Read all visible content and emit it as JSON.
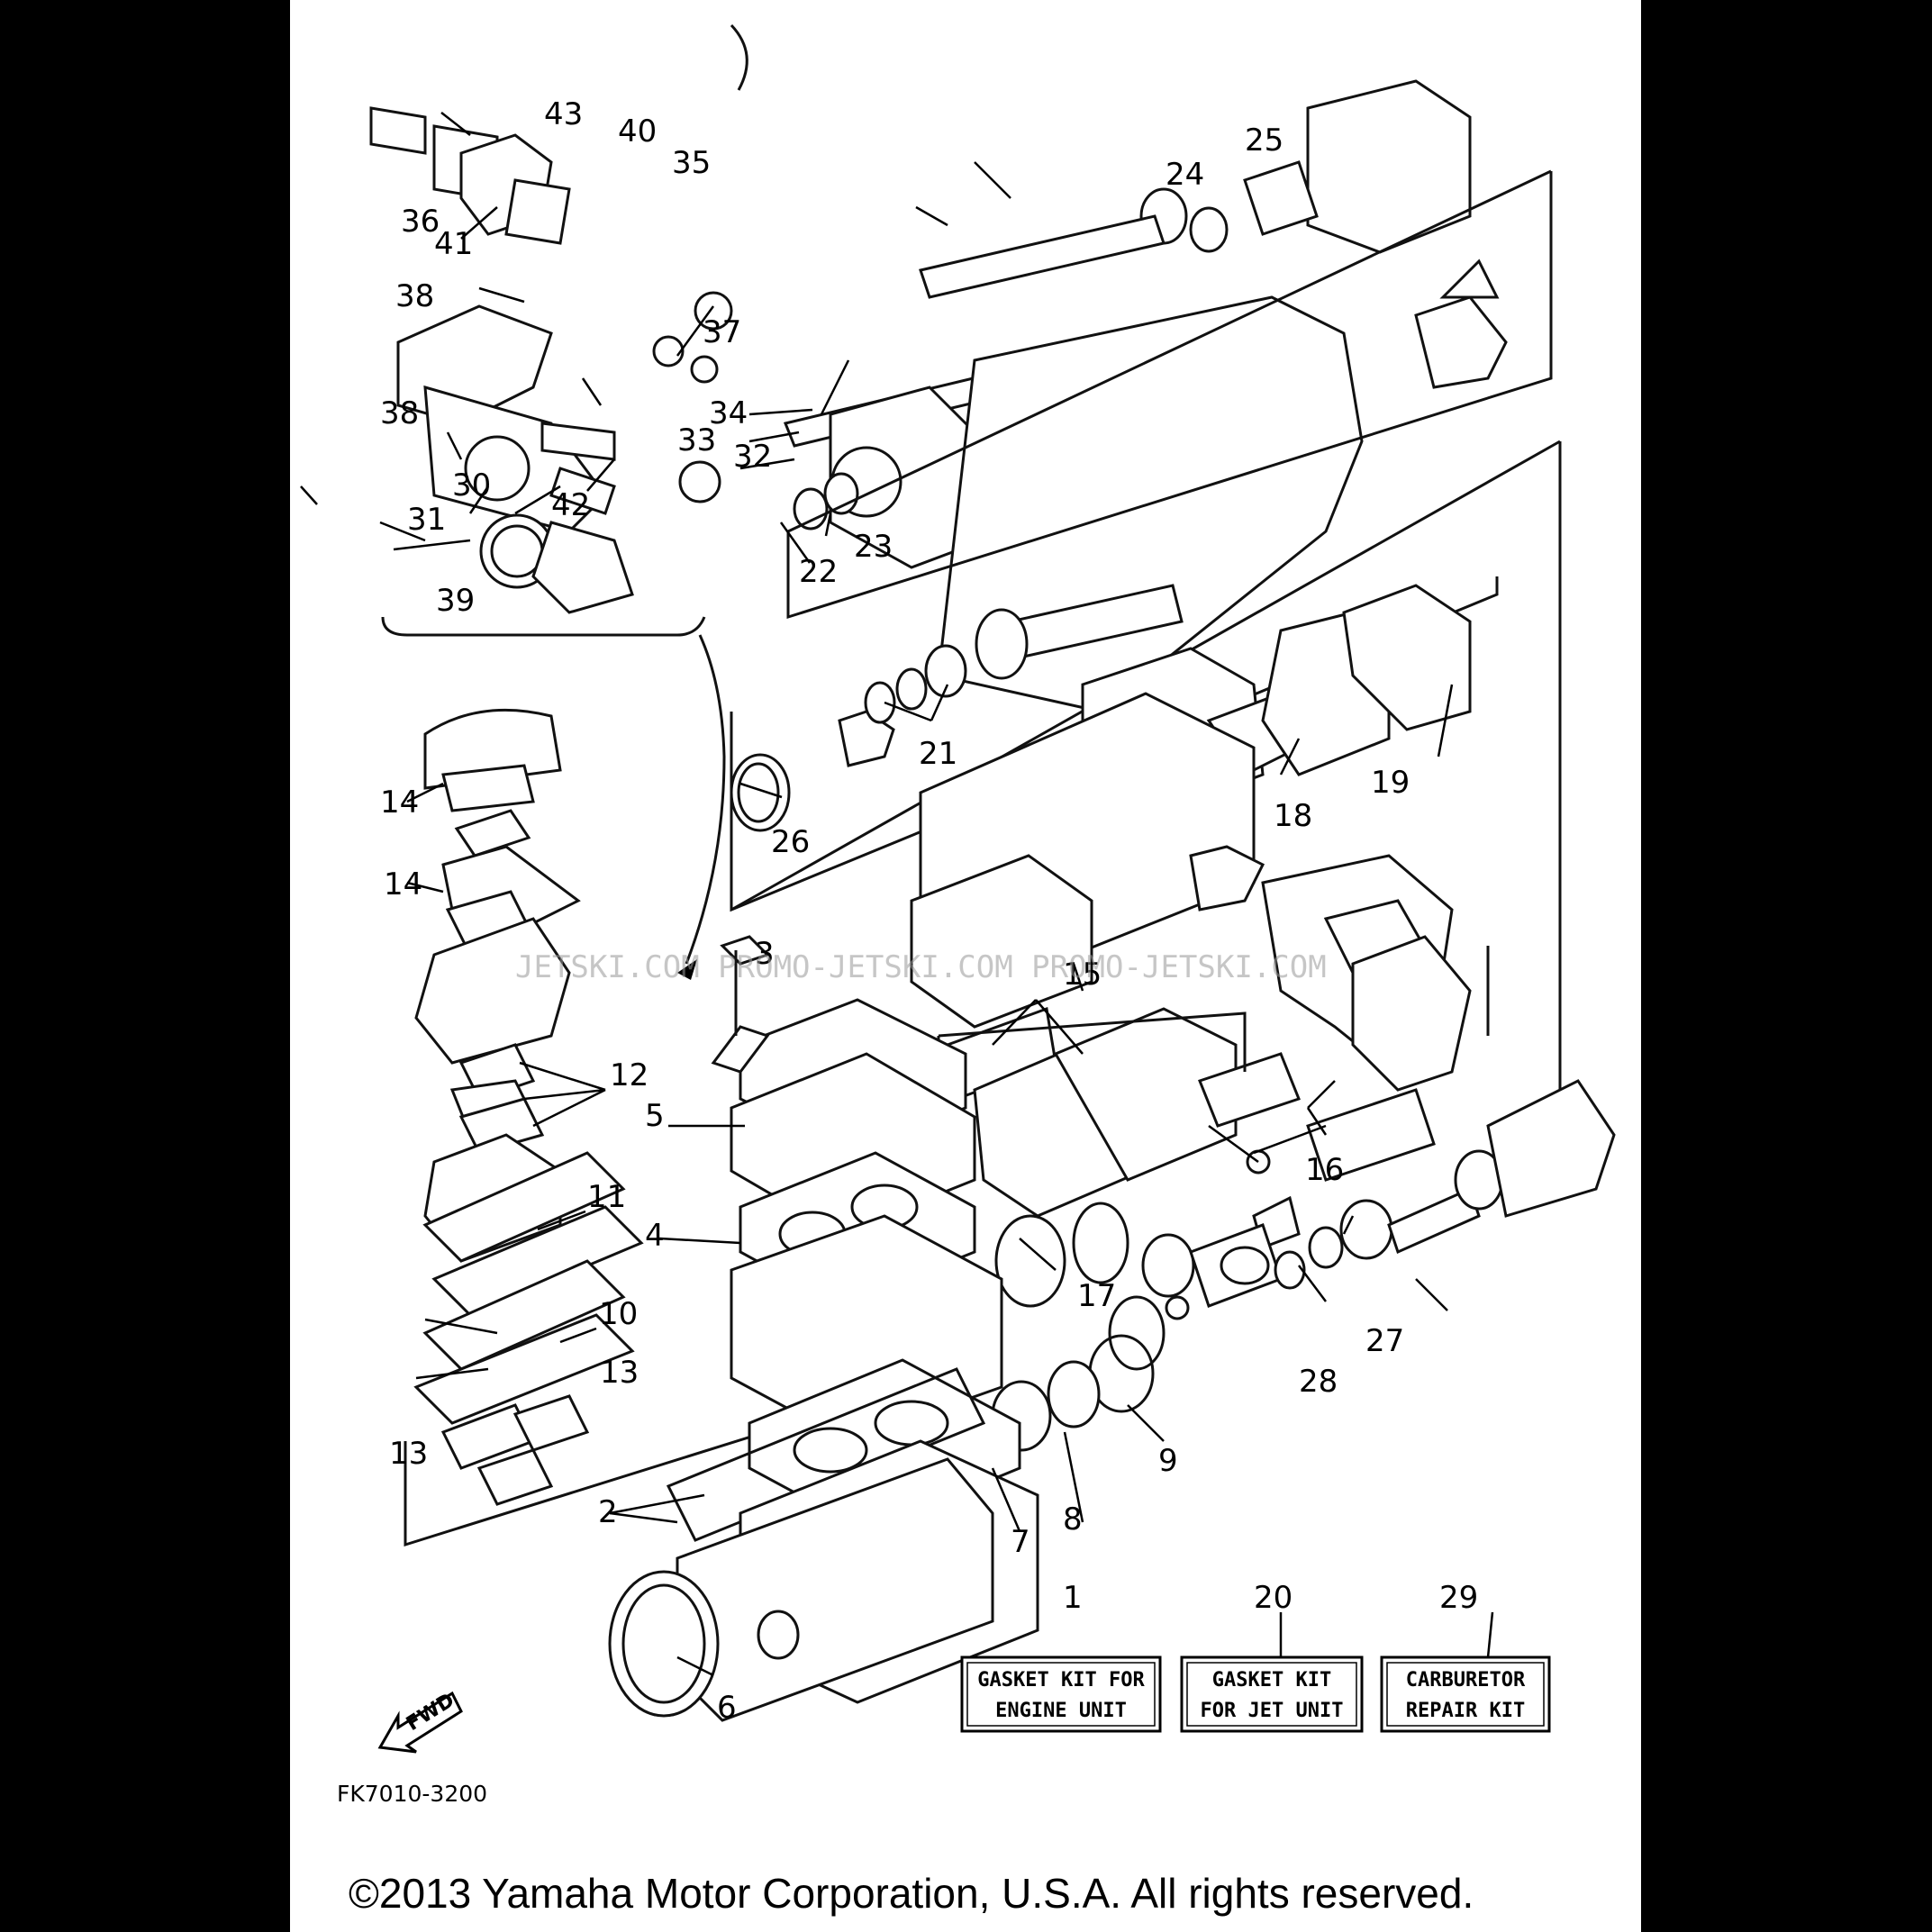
{
  "callouts": [
    {
      "id": "43",
      "text": "43"
    },
    {
      "id": "40",
      "text": "40"
    },
    {
      "id": "35",
      "text": "35"
    },
    {
      "id": "36",
      "text": "36"
    },
    {
      "id": "41",
      "text": "41"
    },
    {
      "id": "38a",
      "text": "38"
    },
    {
      "id": "37",
      "text": "37"
    },
    {
      "id": "34",
      "text": "34"
    },
    {
      "id": "38b",
      "text": "38"
    },
    {
      "id": "33",
      "text": "33"
    },
    {
      "id": "32",
      "text": "32"
    },
    {
      "id": "30",
      "text": "30"
    },
    {
      "id": "31",
      "text": "31"
    },
    {
      "id": "42",
      "text": "42"
    },
    {
      "id": "39",
      "text": "39"
    },
    {
      "id": "24",
      "text": "24"
    },
    {
      "id": "25",
      "text": "25"
    },
    {
      "id": "22",
      "text": "22"
    },
    {
      "id": "23",
      "text": "23"
    },
    {
      "id": "21",
      "text": "21"
    },
    {
      "id": "26",
      "text": "26"
    },
    {
      "id": "18",
      "text": "18"
    },
    {
      "id": "19",
      "text": "19"
    },
    {
      "id": "14a",
      "text": "14"
    },
    {
      "id": "14b",
      "text": "14"
    },
    {
      "id": "3",
      "text": "3"
    },
    {
      "id": "15",
      "text": "15"
    },
    {
      "id": "12",
      "text": "12"
    },
    {
      "id": "5",
      "text": "5"
    },
    {
      "id": "16",
      "text": "16"
    },
    {
      "id": "11",
      "text": "11"
    },
    {
      "id": "4",
      "text": "4"
    },
    {
      "id": "17",
      "text": "17"
    },
    {
      "id": "10",
      "text": "10"
    },
    {
      "id": "13a",
      "text": "13"
    },
    {
      "id": "13b",
      "text": "13"
    },
    {
      "id": "27",
      "text": "27"
    },
    {
      "id": "28",
      "text": "28"
    },
    {
      "id": "9",
      "text": "9"
    },
    {
      "id": "2",
      "text": "2"
    },
    {
      "id": "8",
      "text": "8"
    },
    {
      "id": "7",
      "text": "7"
    },
    {
      "id": "6",
      "text": "6"
    },
    {
      "id": "1",
      "text": "1"
    },
    {
      "id": "20",
      "text": "20"
    },
    {
      "id": "29",
      "text": "29"
    }
  ],
  "kits": [
    {
      "ref": "1",
      "line1": "GASKET KIT FOR",
      "line2": "ENGINE UNIT"
    },
    {
      "ref": "20",
      "line1": "GASKET KIT",
      "line2": "FOR JET UNIT"
    },
    {
      "ref": "29",
      "line1": "CARBURETOR",
      "line2": "REPAIR KIT"
    }
  ],
  "fwd_label": "FWD",
  "diagram_code": "FK7010-3200",
  "watermark": "JETSKI.COM   PROMO-JETSKI.COM   PROMO-JETSKI.COM",
  "copyright": "©2013 Yamaha Motor Corporation, U.S.A. All rights reserved."
}
